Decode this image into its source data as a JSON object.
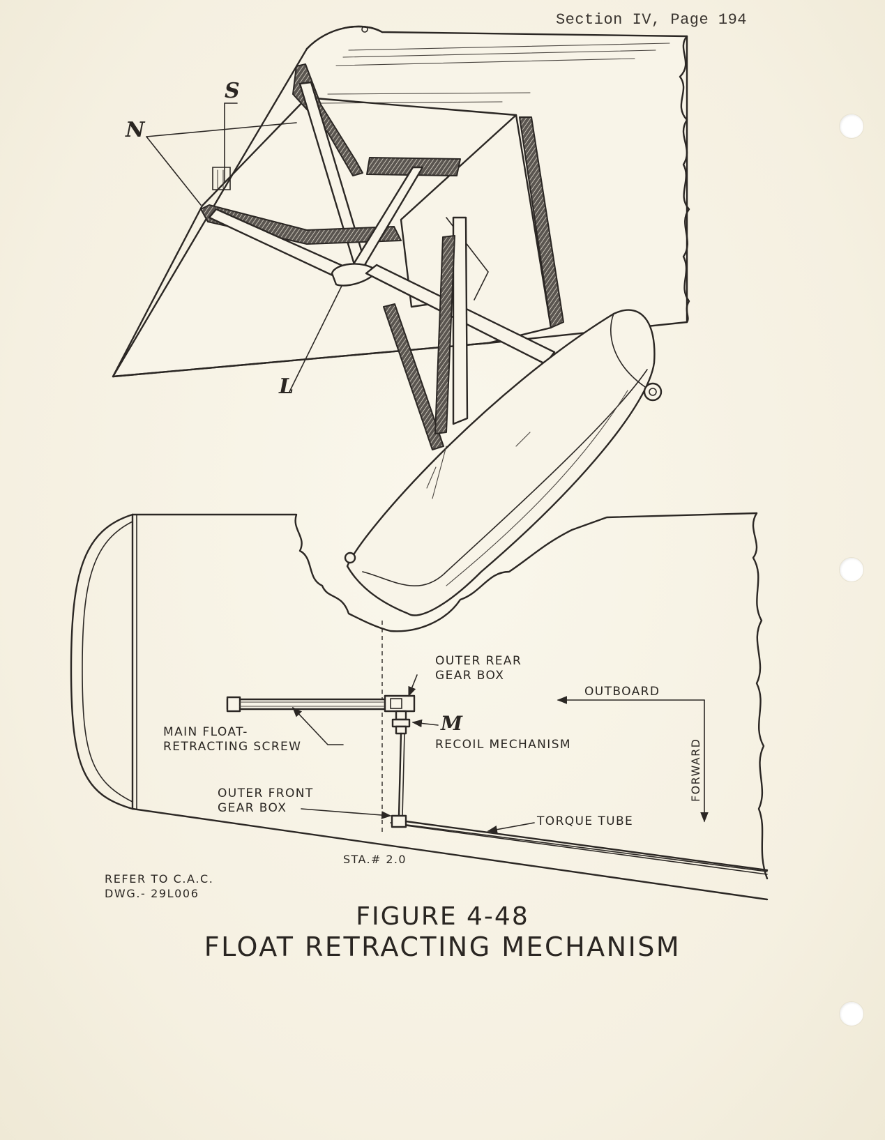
{
  "header": {
    "section_page": "Section  IV, Page 194"
  },
  "callouts": {
    "s": "S",
    "n": "N",
    "l": "L",
    "m": "M"
  },
  "labels": {
    "outer_rear_gear_box": [
      "OUTER REAR",
      "GEAR BOX"
    ],
    "outboard": "OUTBOARD",
    "forward": "FORWARD",
    "main_float_retracting_screw": [
      "MAIN FLOAT-",
      "RETRACTING SCREW"
    ],
    "recoil_mechanism": "RECOIL MECHANISM",
    "outer_front_gear_box": [
      "OUTER FRONT",
      "GEAR BOX"
    ],
    "torque_tube": "TORQUE TUBE",
    "station": "STA.# 2.0"
  },
  "reference": [
    "REFER TO C.A.C.",
    "DWG.- 29L006"
  ],
  "figure": {
    "number": "FIGURE 4-48",
    "title": "FLOAT RETRACTING MECHANISM"
  },
  "colors": {
    "paper": "#f7f3e6",
    "ink": "#2b2724",
    "punch_hole": "#ffffff"
  }
}
